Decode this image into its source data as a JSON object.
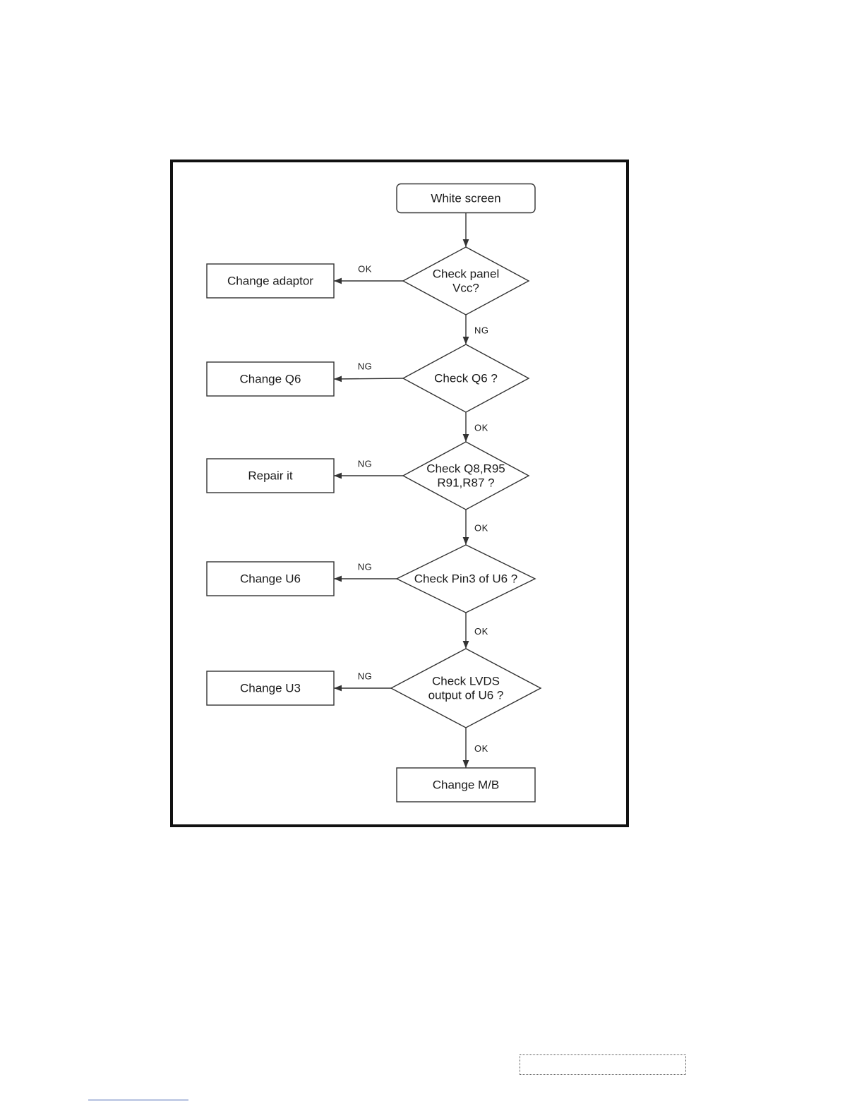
{
  "diagram": {
    "nodes": [
      {
        "id": "white-screen",
        "shape": "rounded-rect",
        "lines": [
          "White screen"
        ]
      },
      {
        "id": "check-panel-vcc",
        "shape": "diamond",
        "lines": [
          "Check panel",
          "Vcc?"
        ]
      },
      {
        "id": "change-adaptor",
        "shape": "rect",
        "lines": [
          "Change adaptor"
        ]
      },
      {
        "id": "check-q6",
        "shape": "diamond",
        "lines": [
          "Check Q6 ?"
        ]
      },
      {
        "id": "change-q6",
        "shape": "rect",
        "lines": [
          "Change Q6"
        ]
      },
      {
        "id": "check-q8-r95",
        "shape": "diamond",
        "lines": [
          "Check Q8,R95",
          "R91,R87 ?"
        ]
      },
      {
        "id": "repair-it",
        "shape": "rect",
        "lines": [
          "Repair it"
        ]
      },
      {
        "id": "check-pin3-u6",
        "shape": "diamond",
        "lines": [
          "Check Pin3 of U6 ?"
        ]
      },
      {
        "id": "change-u6",
        "shape": "rect",
        "lines": [
          "Change U6"
        ]
      },
      {
        "id": "check-lvds-u6",
        "shape": "diamond",
        "lines": [
          "Check LVDS",
          "output of U6 ?"
        ]
      },
      {
        "id": "change-u3",
        "shape": "rect",
        "lines": [
          "Change U3"
        ]
      },
      {
        "id": "change-mb",
        "shape": "rect",
        "lines": [
          "Change M/B"
        ]
      }
    ],
    "edges": [
      {
        "from": "white-screen",
        "to": "check-panel-vcc",
        "label": ""
      },
      {
        "from": "check-panel-vcc",
        "to": "change-adaptor",
        "label": "OK"
      },
      {
        "from": "check-panel-vcc",
        "to": "check-q6",
        "label": "NG"
      },
      {
        "from": "check-q6",
        "to": "change-q6",
        "label": "NG"
      },
      {
        "from": "check-q6",
        "to": "check-q8-r95",
        "label": "OK"
      },
      {
        "from": "check-q8-r95",
        "to": "repair-it",
        "label": "NG"
      },
      {
        "from": "check-q8-r95",
        "to": "check-pin3-u6",
        "label": "OK"
      },
      {
        "from": "check-pin3-u6",
        "to": "change-u6",
        "label": "NG"
      },
      {
        "from": "check-pin3-u6",
        "to": "check-lvds-u6",
        "label": "OK"
      },
      {
        "from": "check-lvds-u6",
        "to": "change-u3",
        "label": "NG"
      },
      {
        "from": "check-lvds-u6",
        "to": "change-mb",
        "label": "OK"
      }
    ]
  }
}
